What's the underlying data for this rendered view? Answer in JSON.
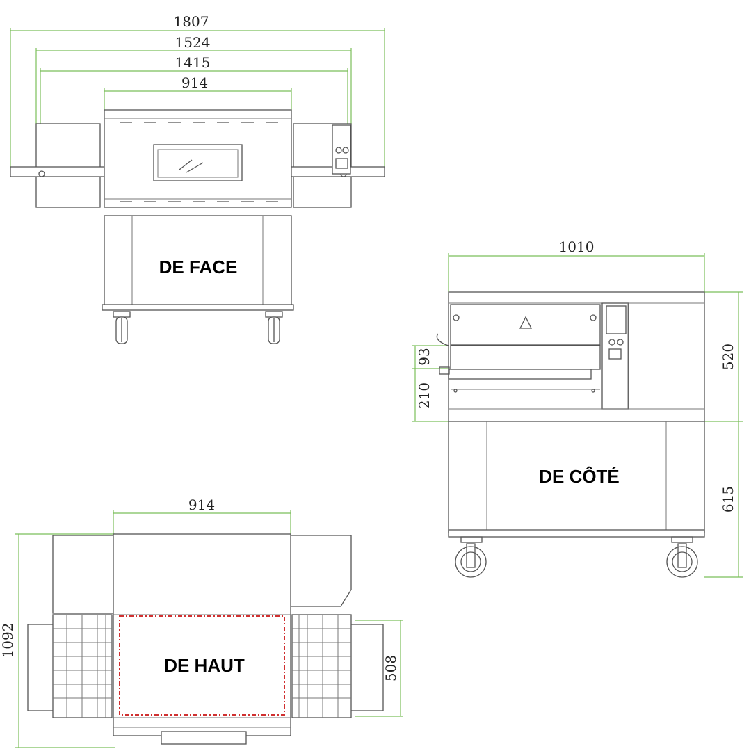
{
  "views": {
    "front_label": "DE FACE",
    "side_label": "DE CÔTÉ",
    "top_label": "DE HAUT"
  },
  "dimensions": {
    "front_overall": "1807",
    "front_frame": "1524",
    "front_conveyor": "1415",
    "front_chamber": "914",
    "side_depth": "1010",
    "side_height_top": "520",
    "side_height_base": "615",
    "side_opening": "93",
    "side_belt_height": "210",
    "top_chamber": "914",
    "top_depth": "1092",
    "top_belt_width": "508"
  },
  "colors": {
    "dimension_line": "#7bbf5a",
    "baking_zone_outline": "#d03030"
  }
}
